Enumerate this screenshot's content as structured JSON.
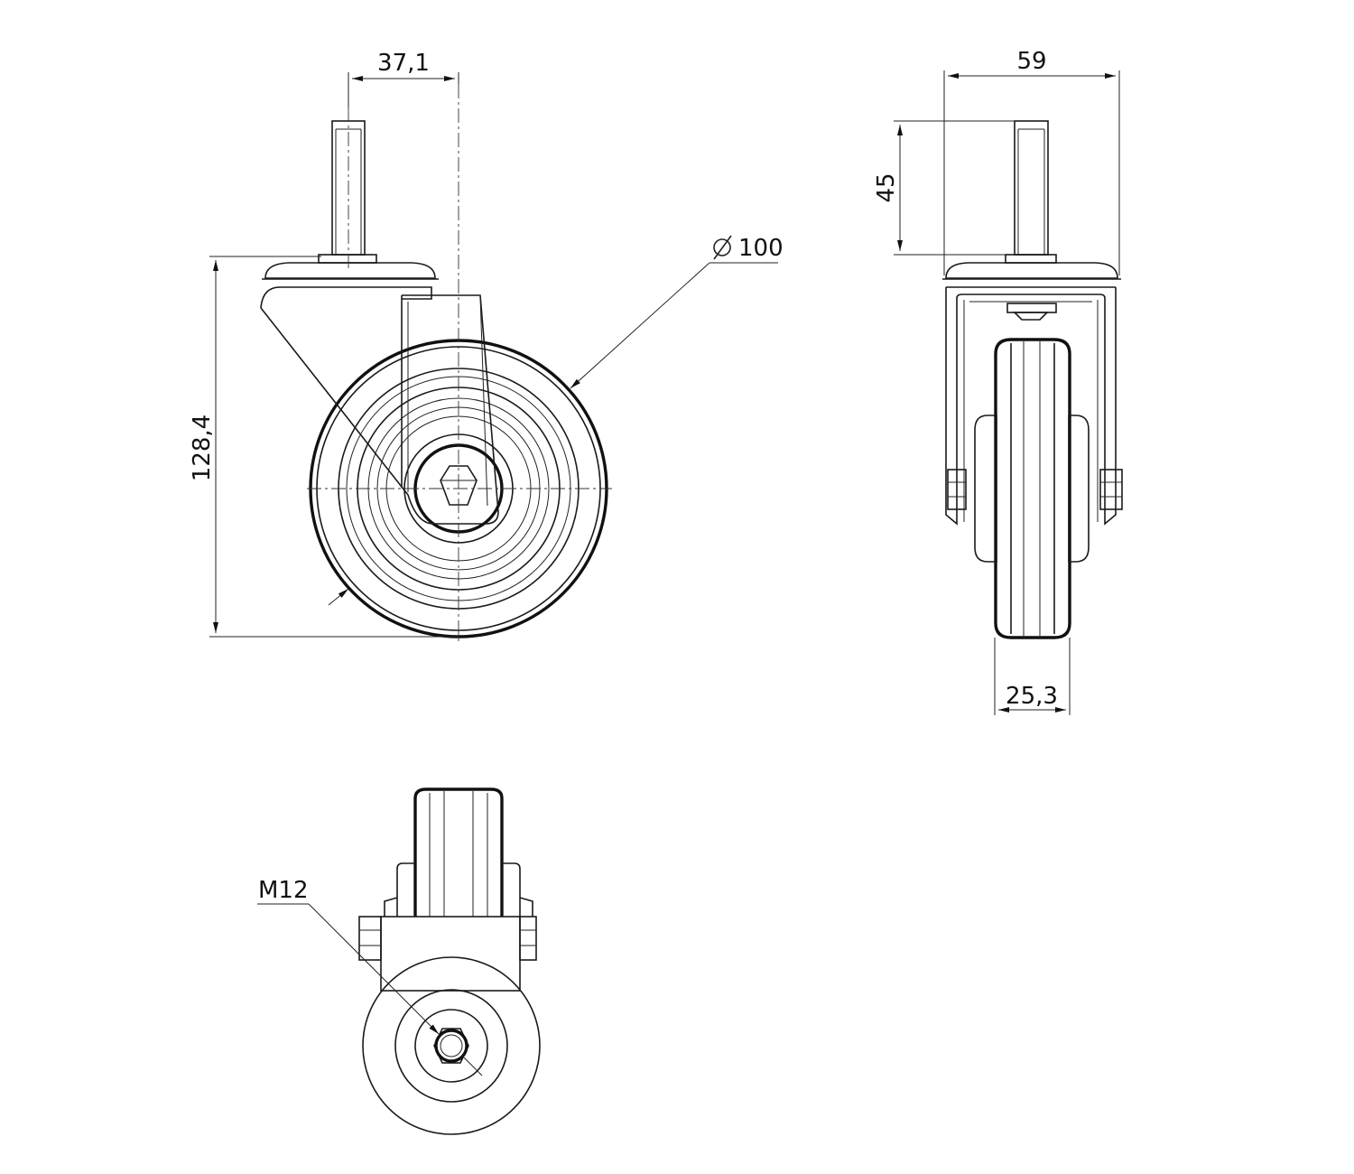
{
  "dimensions": {
    "stem_offset": "37,1",
    "total_height": "128,4",
    "wheel_diameter": "100",
    "width_overall": "59",
    "stem_length": "45",
    "wheel_width": "25,3",
    "thread": "M12"
  },
  "icons": {
    "diameter_symbol": "diameter-symbol-icon"
  }
}
